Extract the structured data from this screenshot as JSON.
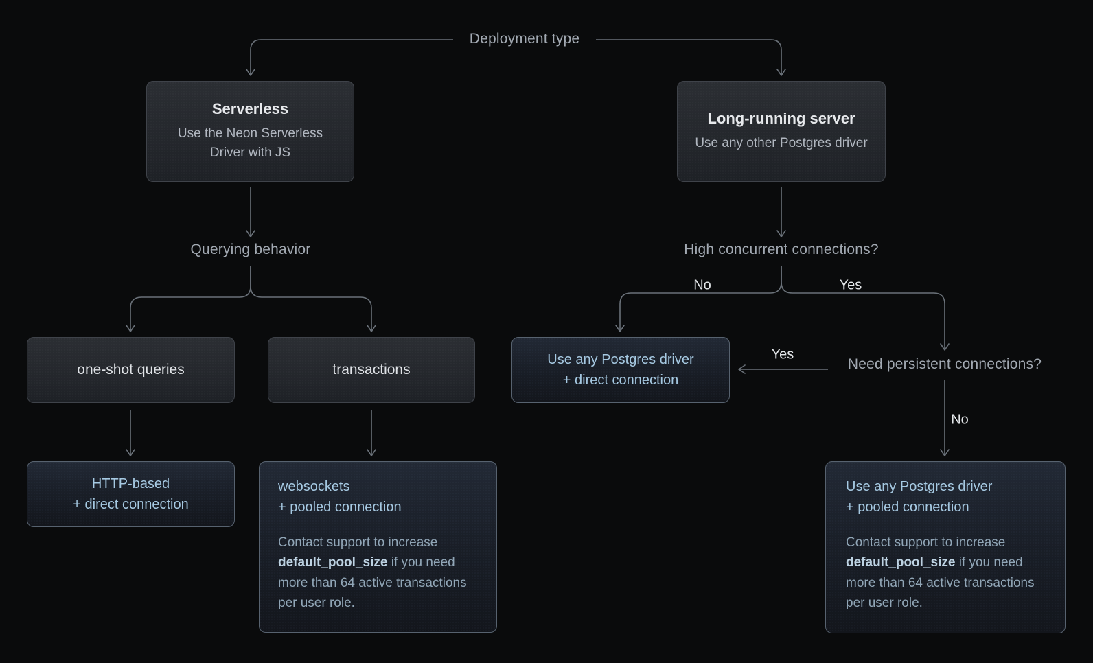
{
  "colors": {
    "bg": "#0a0b0c",
    "line": "#6a7179",
    "label-text": "#a2a9b2",
    "branch-text": "#e5e8eb",
    "box-border": "#3f434a",
    "box-title": "#e7e9ec",
    "box-subtitle": "#b1b7c0",
    "result-border": "#57626f",
    "accent": "#a6c9e2",
    "note-text": "#91a6b7",
    "note-bold": "#bdd2e2"
  },
  "diagram": {
    "root_label": "Deployment type",
    "serverless": {
      "title": "Serverless",
      "subtitle": "Use the Neon Serverless Driver with JS"
    },
    "long_running": {
      "title": "Long-running server",
      "subtitle": "Use any other Postgres driver"
    },
    "querying_label": "Querying behavior",
    "one_shot_label": "one-shot queries",
    "transactions_label": "transactions",
    "http_box": {
      "line1": "HTTP-based",
      "line2": "+ direct connection"
    },
    "websockets_box": {
      "line1": "websockets",
      "line2": "+ pooled connection",
      "note_before": "Contact support to increase",
      "note_bold": "default_pool_size",
      "note_after": "if you need more than 64 active transactions per user role."
    },
    "high_concurrent_label": "High concurrent connections?",
    "hc_no": "No",
    "hc_yes": "Yes",
    "direct_box": {
      "line1": "Use any Postgres driver",
      "line2": "+ direct connection"
    },
    "persistent_label": "Need persistent connections?",
    "p_yes": "Yes",
    "p_no": "No",
    "pooled_box": {
      "line1": "Use any Postgres driver",
      "line2": "+ pooled connection",
      "note_before": "Contact support to increase",
      "note_bold": "default_pool_size",
      "note_after": "if you need more than 64 active transactions per user role."
    }
  }
}
